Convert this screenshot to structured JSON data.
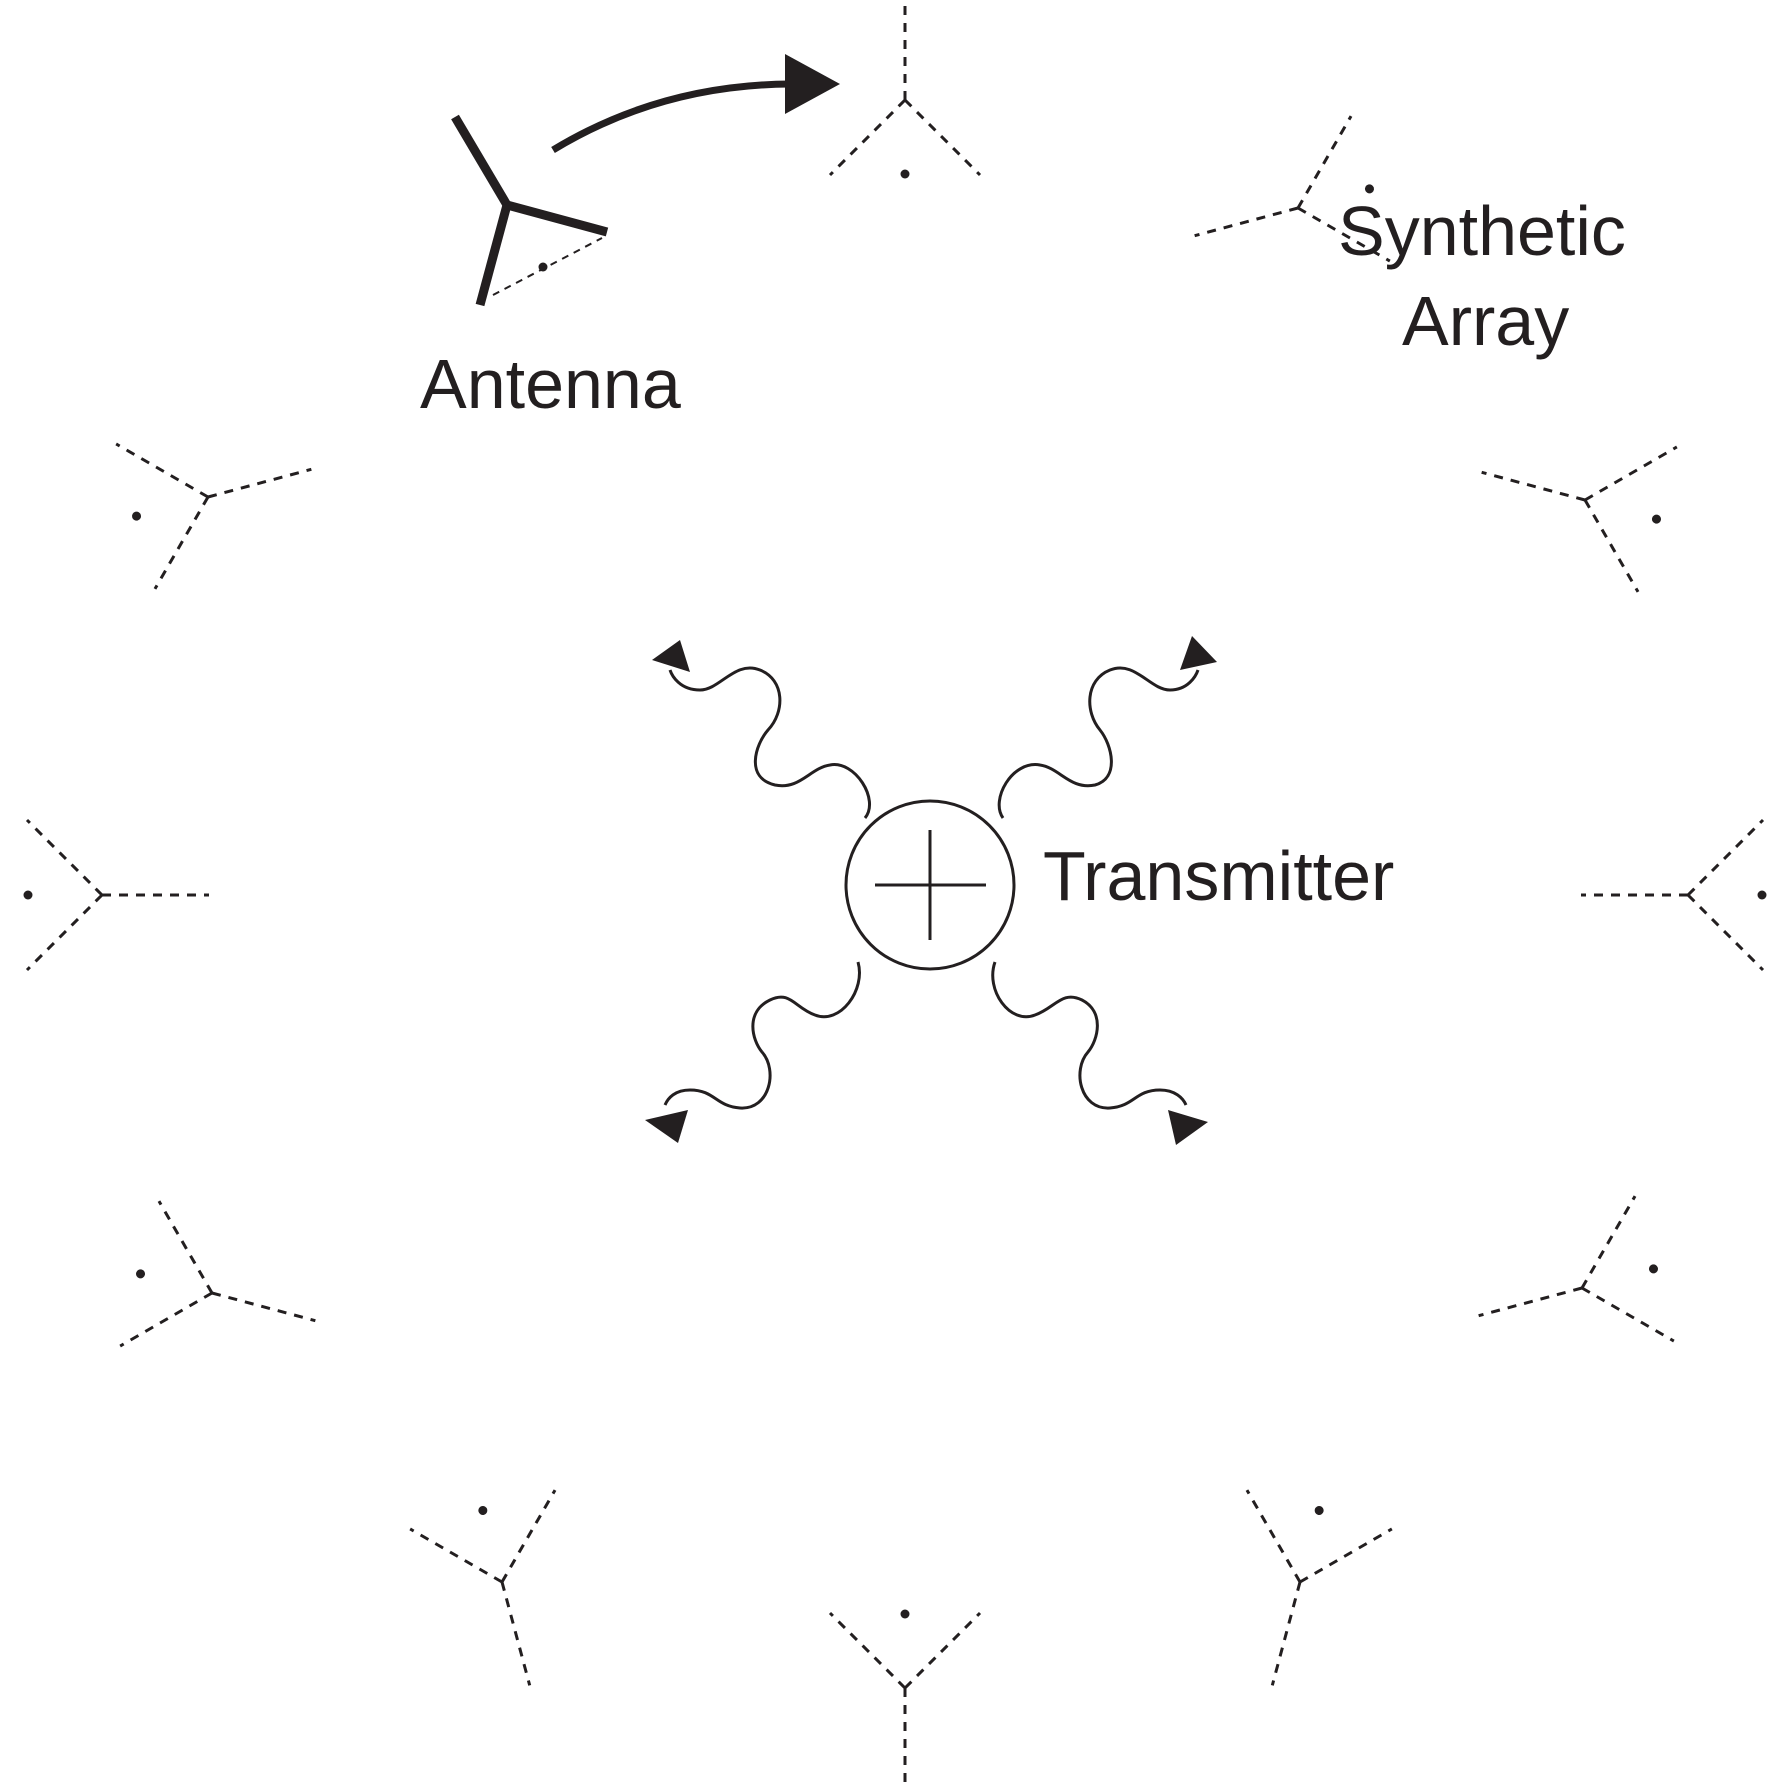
{
  "labels": {
    "antenna": "Antenna",
    "synthetic_array_line1": "Synthetic",
    "synthetic_array_line2": "Array",
    "transmitter": "Transmitter"
  },
  "colors": {
    "ink": "#231f20",
    "background": "#ffffff"
  },
  "icons": {
    "antenna": "three-arm-dipole-antenna-icon",
    "transmitter": "circle-crosshair-icon",
    "motion": "curved-arrow-icon",
    "emission": "wavy-arrow-icon"
  }
}
